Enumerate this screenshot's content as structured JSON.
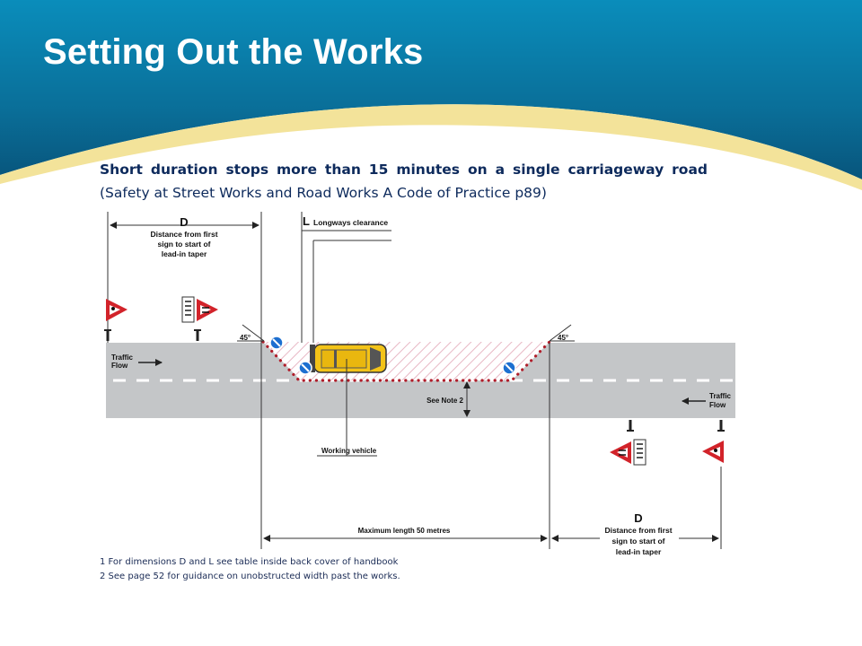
{
  "title": "Setting Out the Works",
  "subtitle": {
    "bold": "Short duration stops more than 15 minutes on a single carriageway road",
    "normal": "(Safety at Street Works and Road Works A Code of Practice p89)"
  },
  "diagram": {
    "d_left": {
      "letter": "D",
      "line1": "Distance from first",
      "line2": "sign to start of",
      "line3": "lead-in taper"
    },
    "d_right": {
      "letter": "D",
      "line1": "Distance from first",
      "line2": "sign to start of",
      "line3": "lead-in taper"
    },
    "l_letter": "L",
    "l_label": "Longways clearance",
    "angle_left": "45°",
    "angle_right": "45°",
    "traffic_left": {
      "line1": "Traffic",
      "line2": "Flow"
    },
    "traffic_right": {
      "line1": "Traffic",
      "line2": "Flow"
    },
    "see_note": "See Note 2",
    "working_vehicle": "Working vehicle",
    "max_length": "Maximum length 50 metres"
  },
  "notes": [
    "1 For dimensions D and L see table inside back cover of handbook",
    "2 See page 52 for guidance on unobstructed width past the works."
  ],
  "colors": {
    "header_top": "#0a86b3",
    "header_bottom": "#0a5f88",
    "swoosh": "#f3e39a",
    "road": "#c4c6c8",
    "cones": "#b01d2a",
    "sign_red": "#d2232a",
    "vehicle": "#f3c318",
    "keep_sign": "#1d6fd0"
  }
}
